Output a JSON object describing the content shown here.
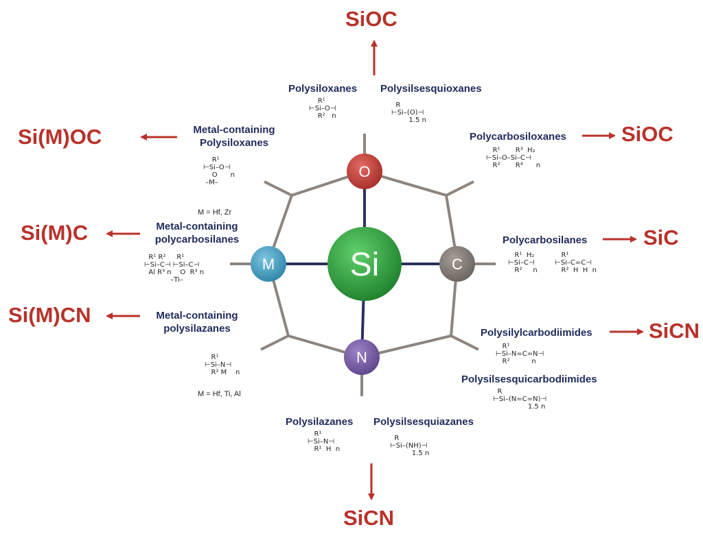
{
  "center": {
    "label": "Si",
    "color": "#2f9e3c"
  },
  "nodes": {
    "O": {
      "label": "O",
      "color": "#c8403a"
    },
    "C": {
      "label": "C",
      "color": "#857c77"
    },
    "N": {
      "label": "N",
      "color": "#7b5fa6"
    },
    "M": {
      "label": "M",
      "color": "#4aa3c8"
    }
  },
  "colors": {
    "bond": "#2b2f5e",
    "ring": "#8c847e",
    "arrow": "#b8322a",
    "text": "#1f2a5c"
  },
  "polymers": {
    "polysiloxanes": "Polysiloxanes",
    "polysilsesquioxanes": "Polysilsesquioxanes",
    "polycarbosiloxanes": "Polycarbosiloxanes",
    "polycarbosilanes": "Polycarbosilanes",
    "polysilylcarbodiimides": "Polysilylcarbodiimides",
    "polysilsesquicarbodiimides": "Polysilsesquicarbodiimides",
    "polysilazanes": "Polysilazanes",
    "polysilsesquiazanes": "Polysilsesquiazanes",
    "metal_polysiloxanes_1": "Metal-containing",
    "metal_polysiloxanes_2": "Polysiloxanes",
    "metal_polycarbosilanes_1": "Metal-containing",
    "metal_polycarbosilanes_2": "polycarbosilanes",
    "metal_polysilazanes_1": "Metal-containing",
    "metal_polysilazanes_2": "polysilazanes"
  },
  "notes": {
    "siloxane_metals": "M = Hf, Zr",
    "silazane_metals": "M = Hf, Ti, Al"
  },
  "products": {
    "top": "SiOC",
    "polycarbosiloxanes": "SiOC",
    "polycarbosilanes": "SiC",
    "polysilylcarbodiimides": "SiCN",
    "bottom": "SiCN",
    "metal_siloxanes": "Si(M)OC",
    "metal_carbosilanes": "Si(M)C",
    "metal_silazanes": "Si(M)CN"
  },
  "formulas": {
    "polysiloxanes": "    R¹\n⊢Si–O⊣\n    R²   n",
    "polysilsesquioxanes": "  R\n⊢Si–(O)⊣\n        1.5 n",
    "polycarbosiloxanes": "   R¹       R³  H₂\n⊢Si–O–Si–C⊣\n   R²       R⁴      n",
    "polycarbosilanes_a": "   R¹  H₂\n⊢Si–C⊣\n   R²     n",
    "polycarbosilanes_b": "   R¹\n⊢Si–C=C⊣\n   R²  H  H  n",
    "polysilylcarbodiimides": "   R¹\n⊢Si–N=C=N⊣\n   R²          n",
    "polysilsesquicarbodiimides": "  R\n⊢Si–(N=C=N)⊣\n                1.5 n",
    "polysilazanes": "   R¹\n⊢Si–N⊣\n   R²  H  n",
    "polysilsesquiazanes": "  R\n⊢Si–(NH)⊣\n          1.5 n",
    "metal_polysiloxanes": "    R¹\n⊢Si–O⊣\n    O      n\n –M–",
    "metal_polycarbosilanes": "  R¹ R²     R¹\n⊢Si–C⊣ ⊢Si–C⊣\n  Al R³ n    O  R³ n\n            –Ti–",
    "metal_polysilazanes": "   R¹\n⊢Si–N⊣\n   R² M    n"
  }
}
